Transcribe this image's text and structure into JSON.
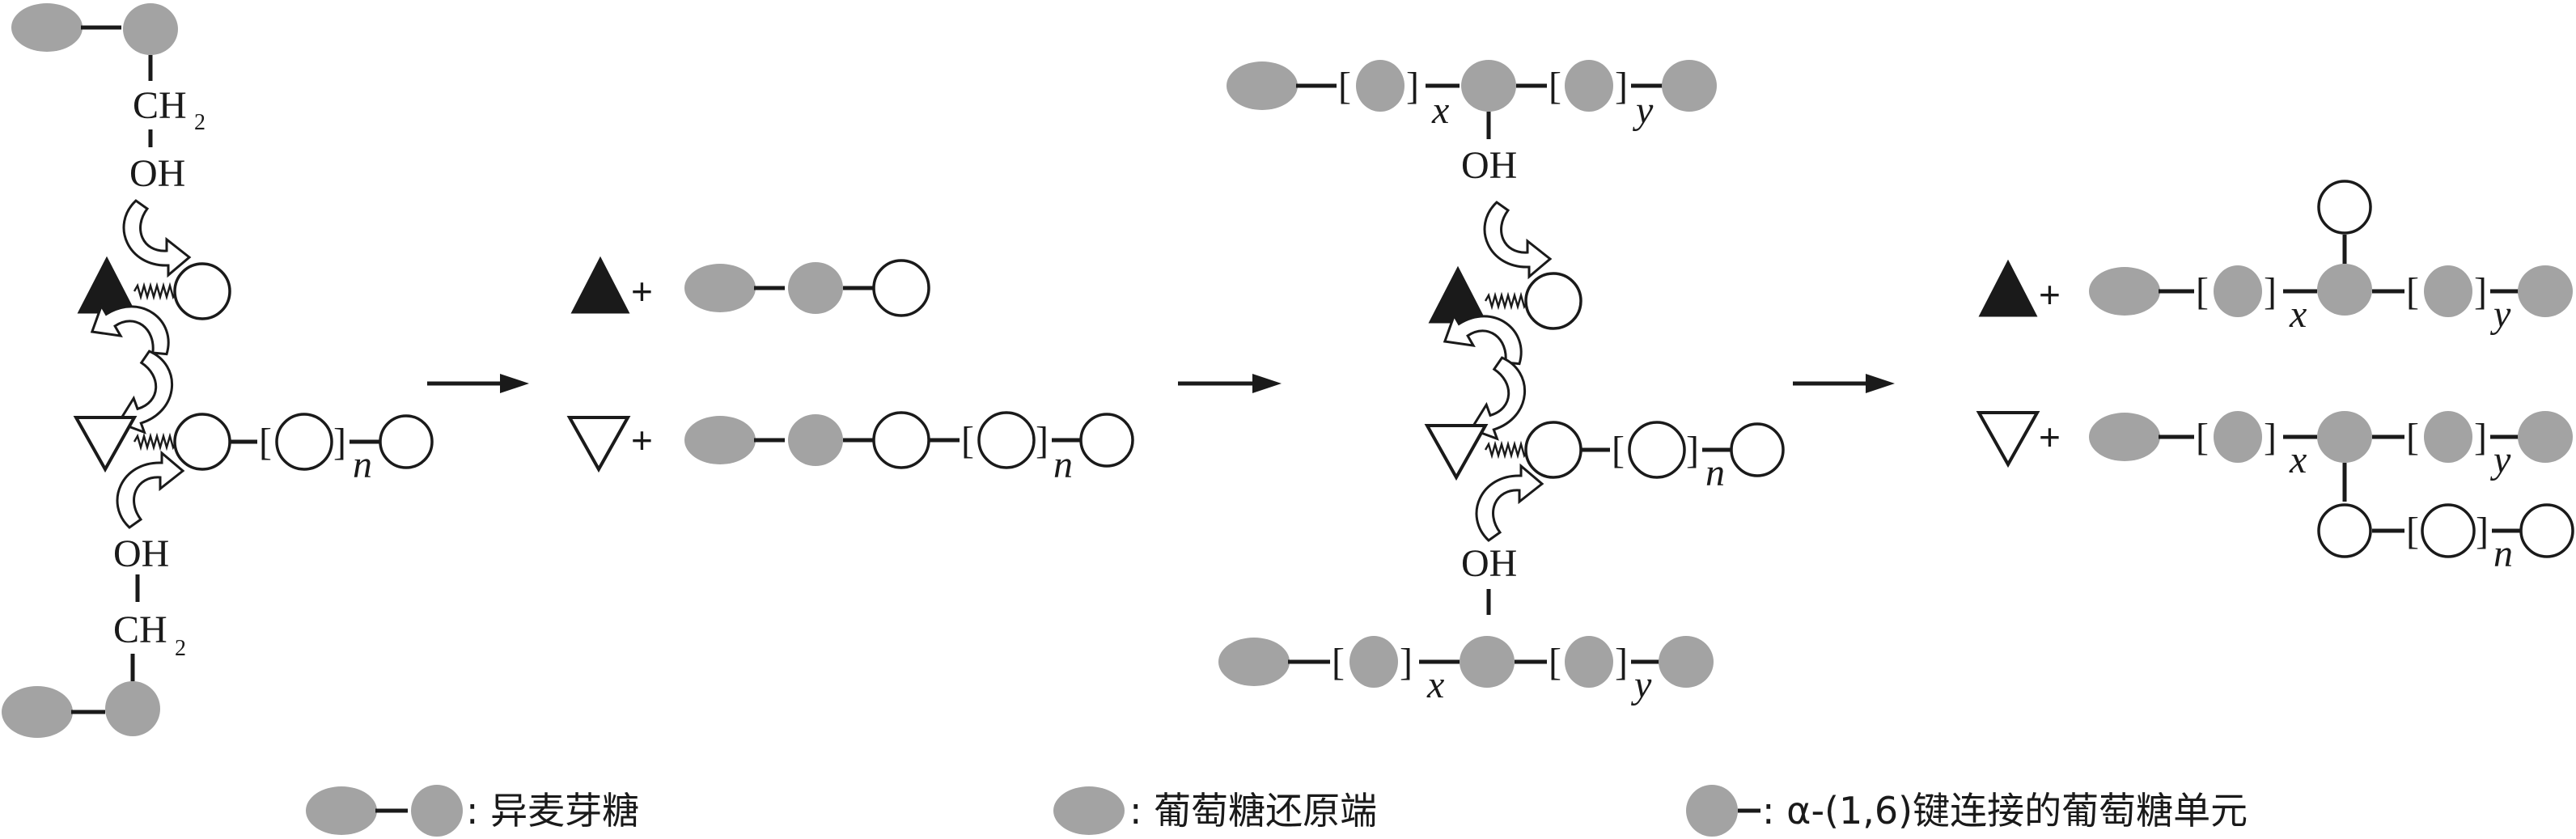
{
  "labels": {
    "ch": "CH",
    "sub2": "2",
    "oh": "OH",
    "n": "n",
    "x": "x",
    "y": "y",
    "plus": "+",
    "open_bracket": "[",
    "close_bracket": "]"
  },
  "legend": {
    "isomaltose": ": 异麦芽糖",
    "reducing_end": ": 葡萄糖还原端",
    "alpha16_unit": ": α-(1,6)键连接的葡萄糖单元"
  },
  "colors": {
    "glucose_grey": "#a3a3a3",
    "ink": "#1a1a1a"
  }
}
